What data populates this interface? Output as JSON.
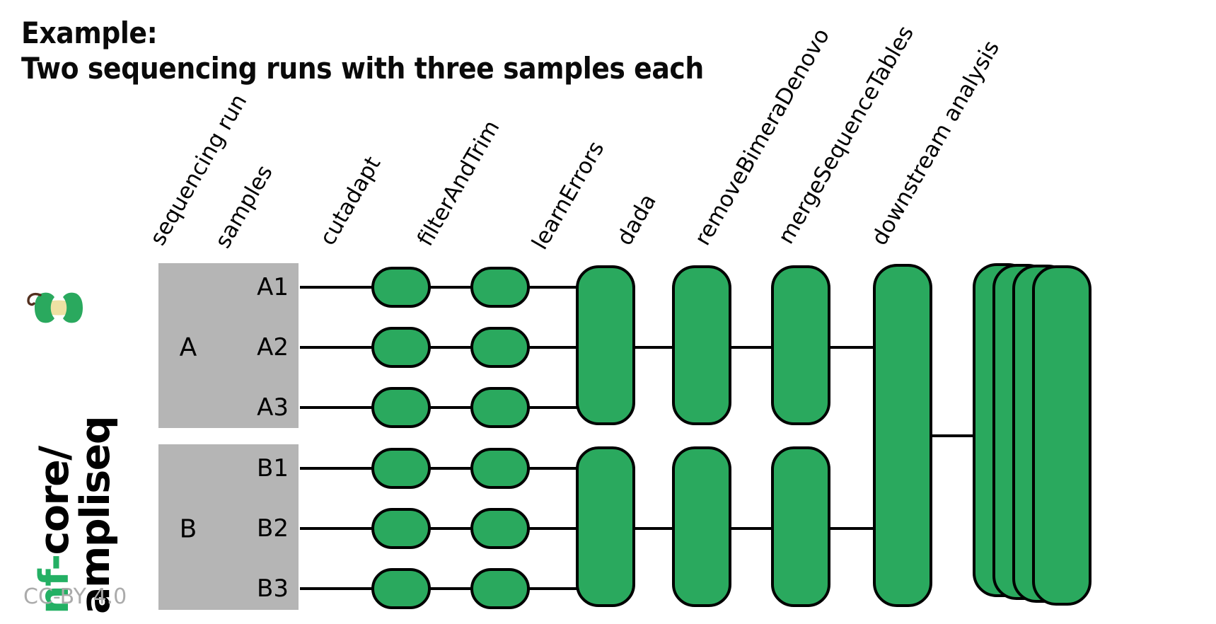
{
  "title": {
    "line1": "Example:",
    "line2": "Two sequencing runs with three samples each"
  },
  "license": "CC-BY 4.0",
  "logo": {
    "prefix": "nf-",
    "core": "core/",
    "pipeline": "ampliseq",
    "icon": "apple-core-icon"
  },
  "columns": [
    {
      "id": "sequencing-run",
      "label": "sequencing run"
    },
    {
      "id": "samples",
      "label": "samples"
    },
    {
      "id": "cutadapt",
      "label": "cutadapt"
    },
    {
      "id": "filterAndTrim",
      "label": "filterAndTrim"
    },
    {
      "id": "learnErrors",
      "label": "learnErrors"
    },
    {
      "id": "dada",
      "label": "dada"
    },
    {
      "id": "removeBimeraDenovo",
      "label": "removeBimeraDenovo"
    },
    {
      "id": "mergeSequenceTables",
      "label": "mergeSequenceTables"
    },
    {
      "id": "downstream-analysis",
      "label": "downstream analysis"
    }
  ],
  "runs": [
    {
      "label": "A",
      "samples": [
        "A1",
        "A2",
        "A3"
      ]
    },
    {
      "label": "B",
      "samples": [
        "B1",
        "B2",
        "B3"
      ]
    }
  ],
  "steps": [
    {
      "name": "cutadapt",
      "scope": "per-sample"
    },
    {
      "name": "filterAndTrim",
      "scope": "per-sample"
    },
    {
      "name": "learnErrors",
      "scope": "per-run"
    },
    {
      "name": "dada",
      "scope": "per-run"
    },
    {
      "name": "removeBimeraDenovo",
      "scope": "per-run"
    },
    {
      "name": "mergeSequenceTables",
      "scope": "all-runs"
    },
    {
      "name": "downstream analysis",
      "scope": "all-runs-stacked"
    }
  ],
  "downstream_stack_count": 4,
  "colors": {
    "node_green": "#2aa95e",
    "logo_green": "#24b064",
    "run_box_gray": "#b5b5b5",
    "outline": "#000000",
    "core_cream": "#eee1a3",
    "stem_brown": "#53301f",
    "license_gray": "#ababab"
  }
}
